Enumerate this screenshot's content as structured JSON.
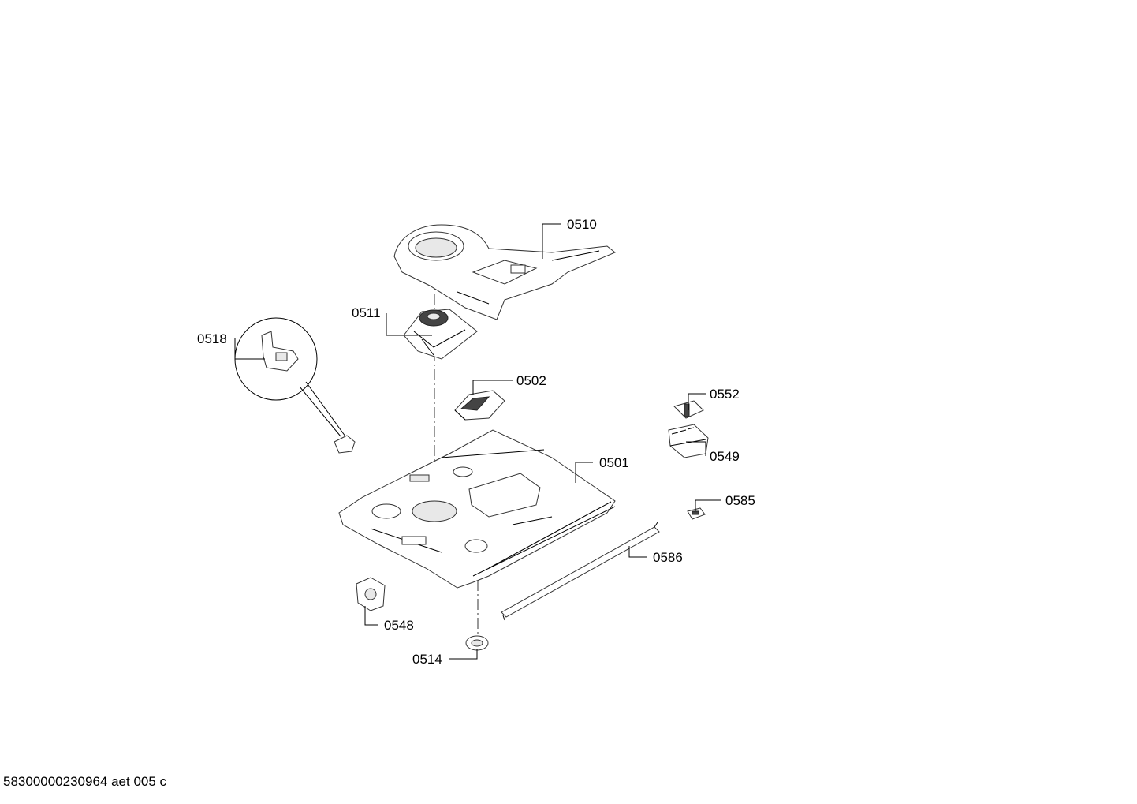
{
  "diagram": {
    "part_labels": {
      "p0510": "0510",
      "p0511": "0511",
      "p0518": "0518",
      "p0502": "0502",
      "p0552": "0552",
      "p0549": "0549",
      "p0501": "0501",
      "p0585": "0585",
      "p0586": "0586",
      "p0548": "0548",
      "p0514": "0514"
    },
    "footer_code": "58300000230964 aet 005 c"
  }
}
